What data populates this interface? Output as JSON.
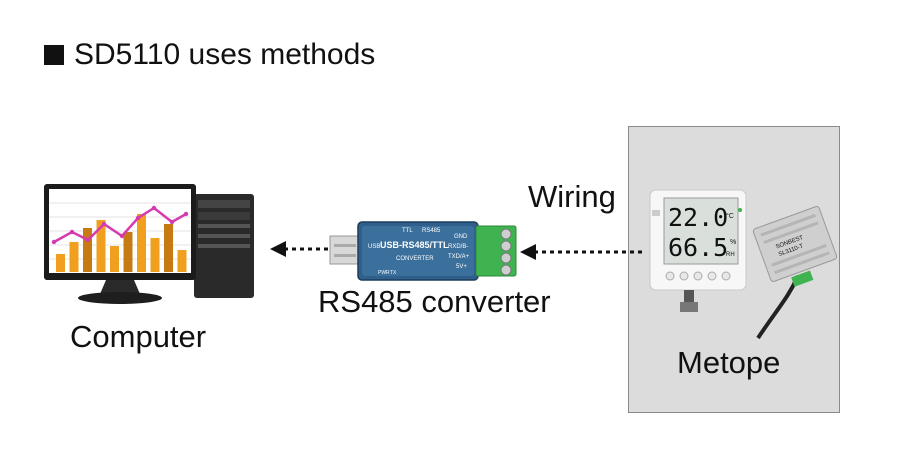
{
  "heading": {
    "text": "SD5110 uses methods"
  },
  "labels": {
    "computer": "Computer",
    "converter": "RS485 converter",
    "wiring": "Wiring",
    "metope": "Metope"
  },
  "converter_text": {
    "ttl": "TTL",
    "rs485": "RS485",
    "usb": "USB",
    "title": "USB-RS485/TTL",
    "sub": "CONVERTER",
    "gnd": "GND",
    "rxd": "RXD/B-",
    "txd": "TXD/A+",
    "v5": "5V+",
    "pwr": "PWR",
    "tx": "TX"
  },
  "sensor_display": {
    "temperature": "22.0",
    "temp_unit": "°C",
    "humidity": "66.5",
    "hum_unit": "%",
    "hum_sub": "RH"
  },
  "probe_text": {
    "brand": "SONBEST",
    "model": "SL3110-T"
  },
  "colors": {
    "bar_orange": "#f0a01e",
    "line_magenta": "#d63ab0",
    "terminal_green": "#3fb34f",
    "converter_blue": "#2f5f8a"
  }
}
